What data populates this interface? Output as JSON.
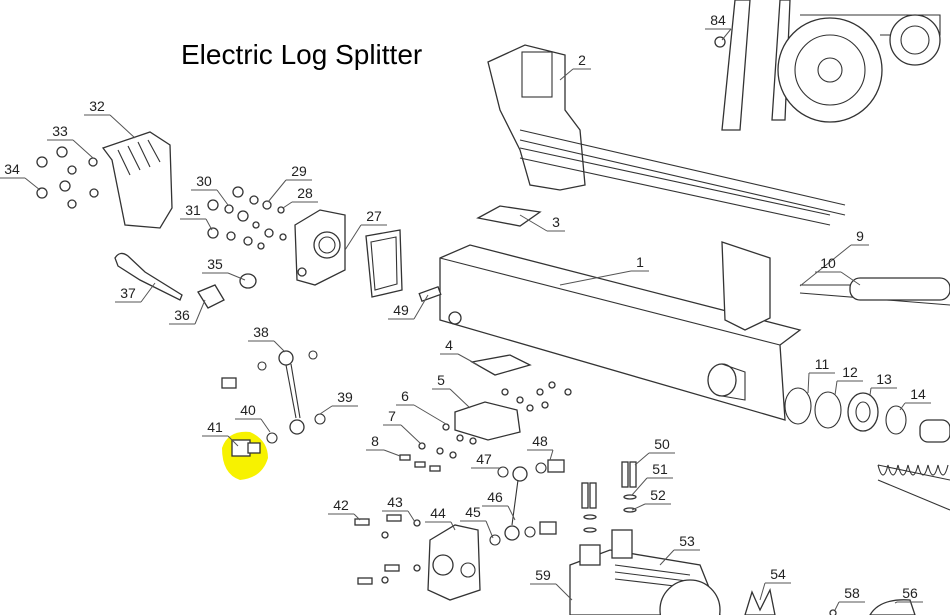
{
  "title": "Electric Log Splitter",
  "highlight_color": "#f7f200",
  "highlighted_part": "41",
  "part_labels": [
    "84",
    "2",
    "3",
    "1",
    "9",
    "10",
    "11",
    "12",
    "13",
    "14",
    "32",
    "33",
    "34",
    "30",
    "29",
    "28",
    "31",
    "27",
    "35",
    "37",
    "36",
    "49",
    "38",
    "4",
    "5",
    "39",
    "40",
    "6",
    "41",
    "7",
    "8",
    "48",
    "50",
    "47",
    "51",
    "52",
    "46",
    "42",
    "43",
    "44",
    "45",
    "53",
    "59",
    "54",
    "58",
    "56"
  ]
}
